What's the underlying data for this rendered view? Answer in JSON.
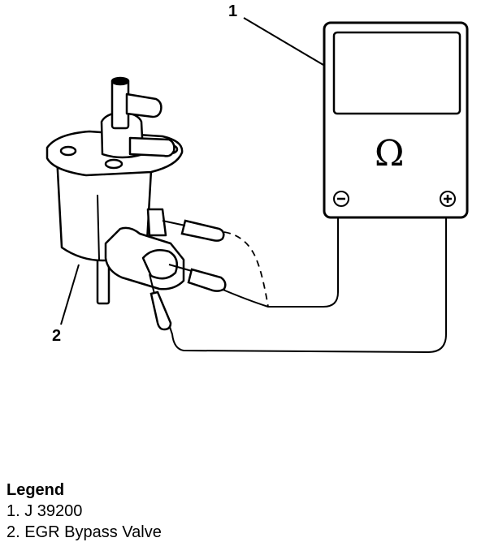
{
  "callouts": {
    "one": "1",
    "two": "2"
  },
  "meter": {
    "symbol": "Ω",
    "negative": "−",
    "positive": "+"
  },
  "legend": {
    "title": "Legend",
    "items": [
      "1. J 39200",
      "2. EGR Bypass Valve"
    ]
  }
}
